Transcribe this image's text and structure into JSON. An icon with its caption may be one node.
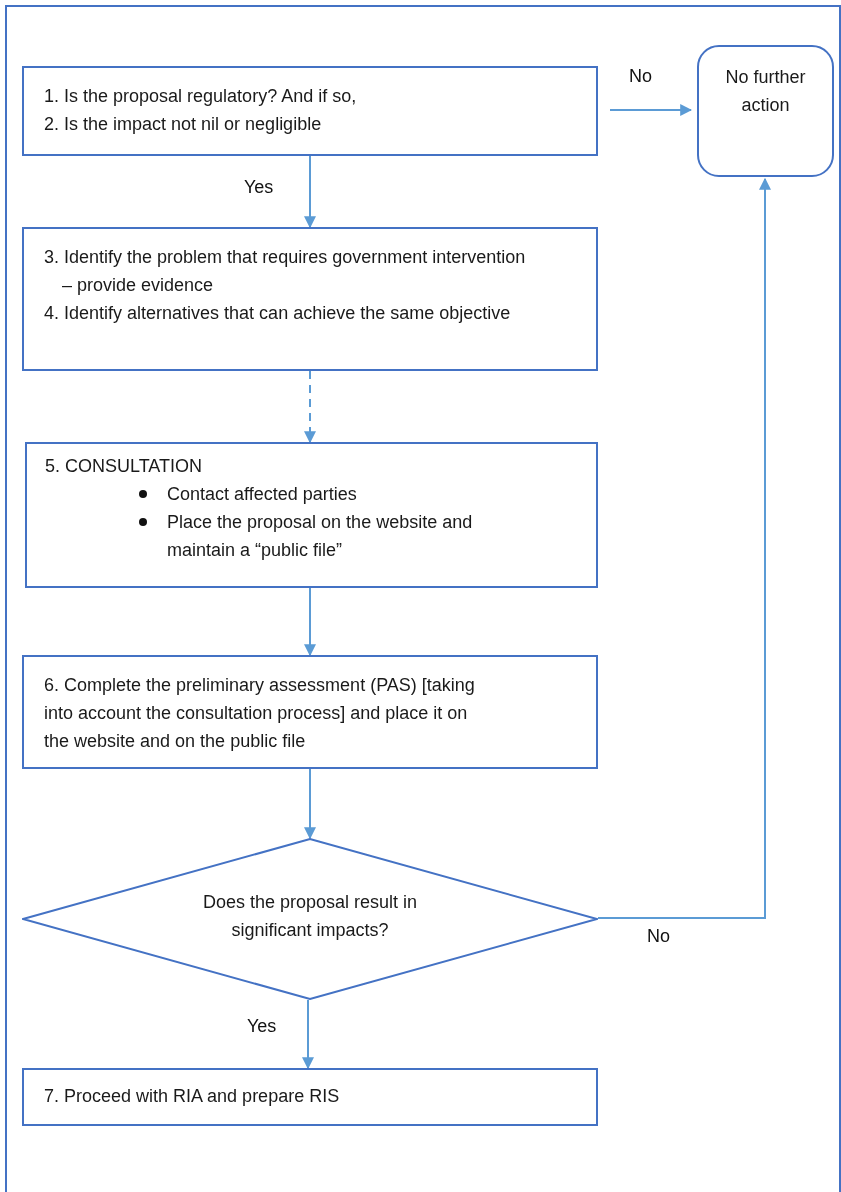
{
  "diagram": {
    "nodes": [
      {
        "text": [
          "1. Is the proposal regulatory? And if so,",
          "2. Is the impact not nil or negligible"
        ]
      },
      {
        "text": [
          "No further action"
        ]
      },
      {
        "text": [
          "3. Identify the problem that requires government intervention – provide evidence",
          "4. Identify alternatives that can achieve the same objective"
        ]
      },
      {
        "text": [
          "5. CONSULTATION",
          "Contact affected parties",
          "Place the proposal on the website and maintain a “public file”"
        ]
      },
      {
        "text": [
          "6. Complete the preliminary assessment (PAS) [taking into account the consultation process] and place it on the website and on the public file"
        ]
      },
      {
        "text": [
          "Does the proposal result in significant impacts?"
        ]
      },
      {
        "text": [
          "7. Proceed with RIA and prepare RIS"
        ]
      }
    ],
    "edges": [
      {
        "from": 0,
        "to": 1,
        "arrow": "to",
        "label": "No"
      },
      {
        "from": 0,
        "to": 2,
        "arrow": "to",
        "label": "Yes"
      },
      {
        "from": 2,
        "to": 3,
        "arrow": "to",
        "style": "dashed"
      },
      {
        "from": 3,
        "to": 4,
        "arrow": "to"
      },
      {
        "from": 4,
        "to": 5,
        "arrow": "to"
      },
      {
        "from": 5,
        "to": 1,
        "arrow": "to",
        "label": "No"
      },
      {
        "from": 5,
        "to": 6,
        "arrow": "to",
        "label": "Yes"
      }
    ]
  }
}
